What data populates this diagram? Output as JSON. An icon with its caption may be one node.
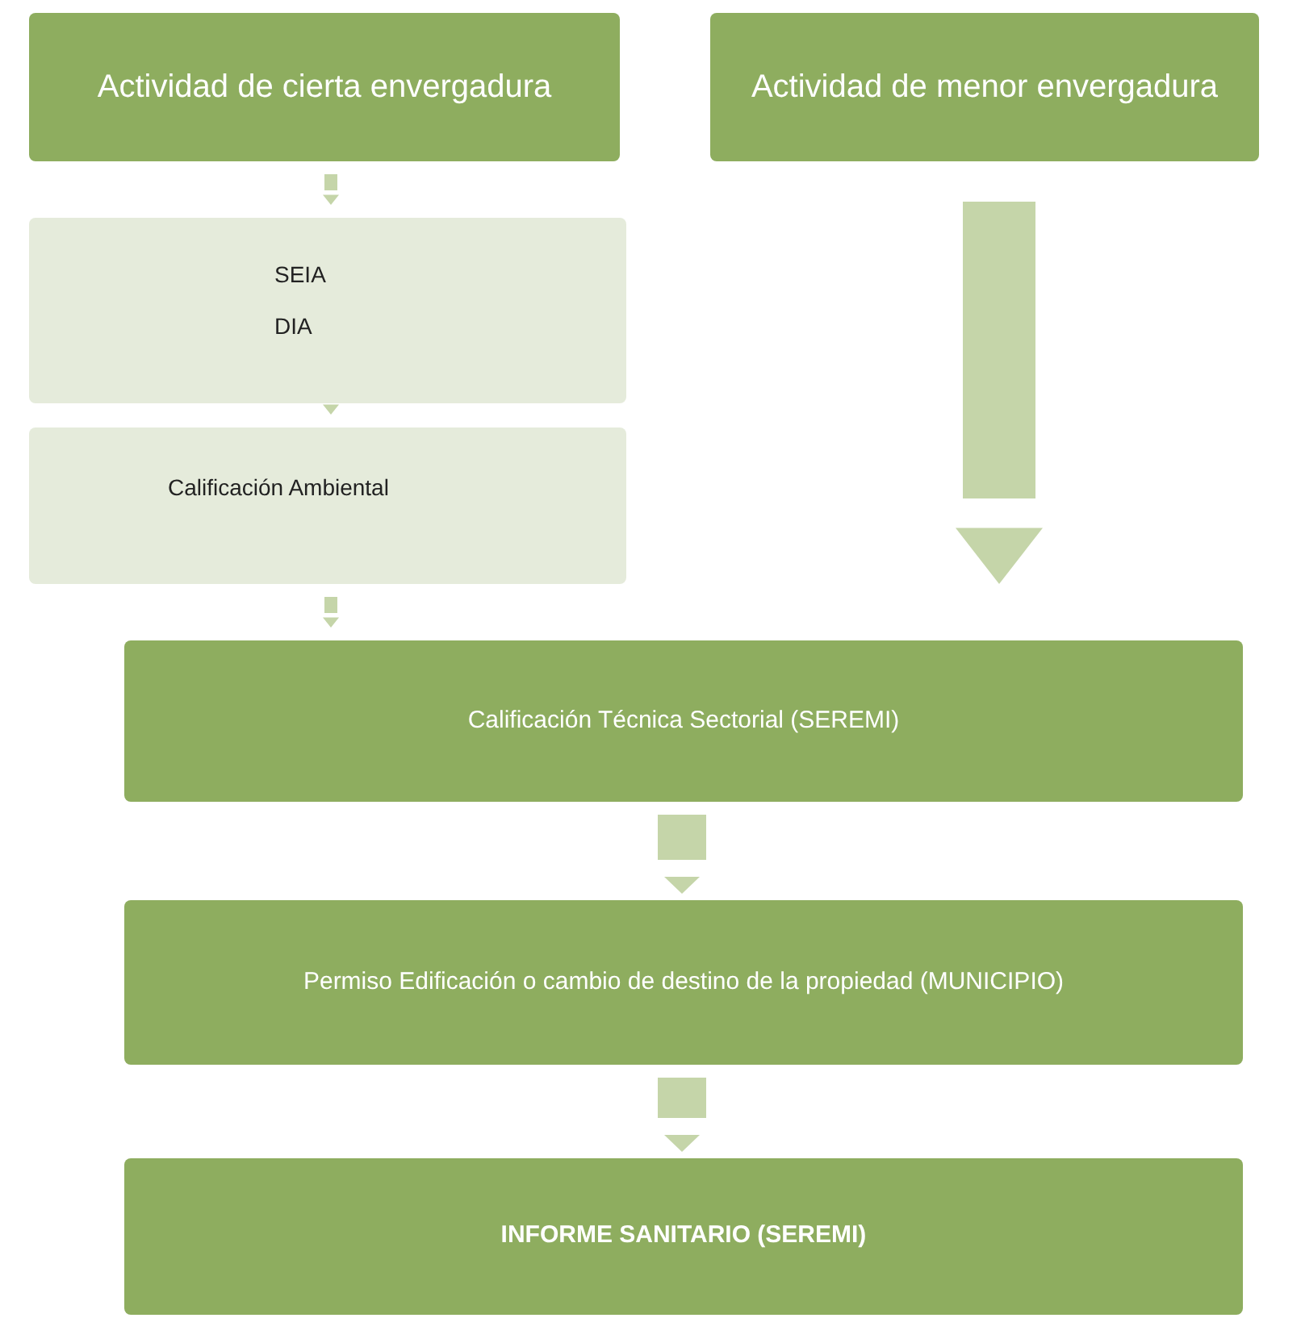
{
  "diagram": {
    "nodes": [
      {
        "text": [
          "Actividad de cierta envergadura"
        ]
      },
      {
        "text": [
          "Actividad de menor envergadura"
        ]
      },
      {
        "text": [
          "SEIA",
          "DIA"
        ]
      },
      {
        "text": [
          "Calificación Ambiental"
        ]
      },
      {
        "text": [
          "Calificación Técnica Sectorial (SEREMI)"
        ]
      },
      {
        "text": [
          "Permiso Edificación o cambio de destino de la propiedad (MUNICIPIO)"
        ]
      },
      {
        "text": [
          "INFORME SANITARIO (SEREMI)"
        ]
      }
    ],
    "edges": [
      {
        "from": 0,
        "to": 2,
        "arrow": "to"
      },
      {
        "from": 2,
        "to": 3,
        "arrow": "to"
      },
      {
        "from": 3,
        "to": 4,
        "arrow": "to"
      },
      {
        "from": 1,
        "to": 4,
        "arrow": "to"
      },
      {
        "from": 4,
        "to": 5,
        "arrow": "to"
      },
      {
        "from": 5,
        "to": 6,
        "arrow": "to"
      }
    ]
  }
}
